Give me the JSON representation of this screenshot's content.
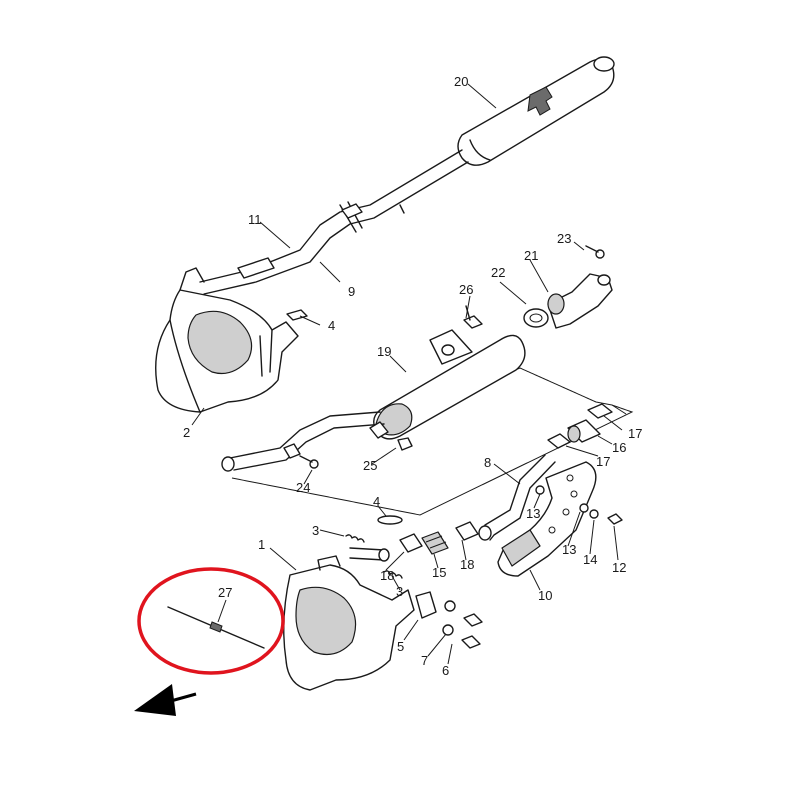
{
  "diagram": {
    "callouts": [
      {
        "id": "20",
        "text": "20"
      },
      {
        "id": "11",
        "text": "11"
      },
      {
        "id": "9",
        "text": "9"
      },
      {
        "id": "4a",
        "text": "4"
      },
      {
        "id": "2",
        "text": "2"
      },
      {
        "id": "23",
        "text": "23"
      },
      {
        "id": "21",
        "text": "21"
      },
      {
        "id": "22",
        "text": "22"
      },
      {
        "id": "26",
        "text": "26"
      },
      {
        "id": "19",
        "text": "19"
      },
      {
        "id": "17a",
        "text": "17"
      },
      {
        "id": "17b",
        "text": "17"
      },
      {
        "id": "16",
        "text": "16"
      },
      {
        "id": "25",
        "text": "25"
      },
      {
        "id": "24",
        "text": "24"
      },
      {
        "id": "8",
        "text": "8"
      },
      {
        "id": "4b",
        "text": "4"
      },
      {
        "id": "3a",
        "text": "3"
      },
      {
        "id": "1",
        "text": "1"
      },
      {
        "id": "13a",
        "text": "13"
      },
      {
        "id": "13b",
        "text": "13"
      },
      {
        "id": "14",
        "text": "14"
      },
      {
        "id": "12",
        "text": "12"
      },
      {
        "id": "18a",
        "text": "18"
      },
      {
        "id": "18b",
        "text": "18"
      },
      {
        "id": "15",
        "text": "15"
      },
      {
        "id": "3b",
        "text": "3"
      },
      {
        "id": "10",
        "text": "10"
      },
      {
        "id": "27",
        "text": "27"
      },
      {
        "id": "5",
        "text": "5"
      },
      {
        "id": "7",
        "text": "7"
      },
      {
        "id": "6",
        "text": "6"
      }
    ],
    "highlight": {
      "color": "#e0141e",
      "target": "27"
    },
    "arrow": {
      "direction": "down-left",
      "color": "#000000"
    }
  }
}
